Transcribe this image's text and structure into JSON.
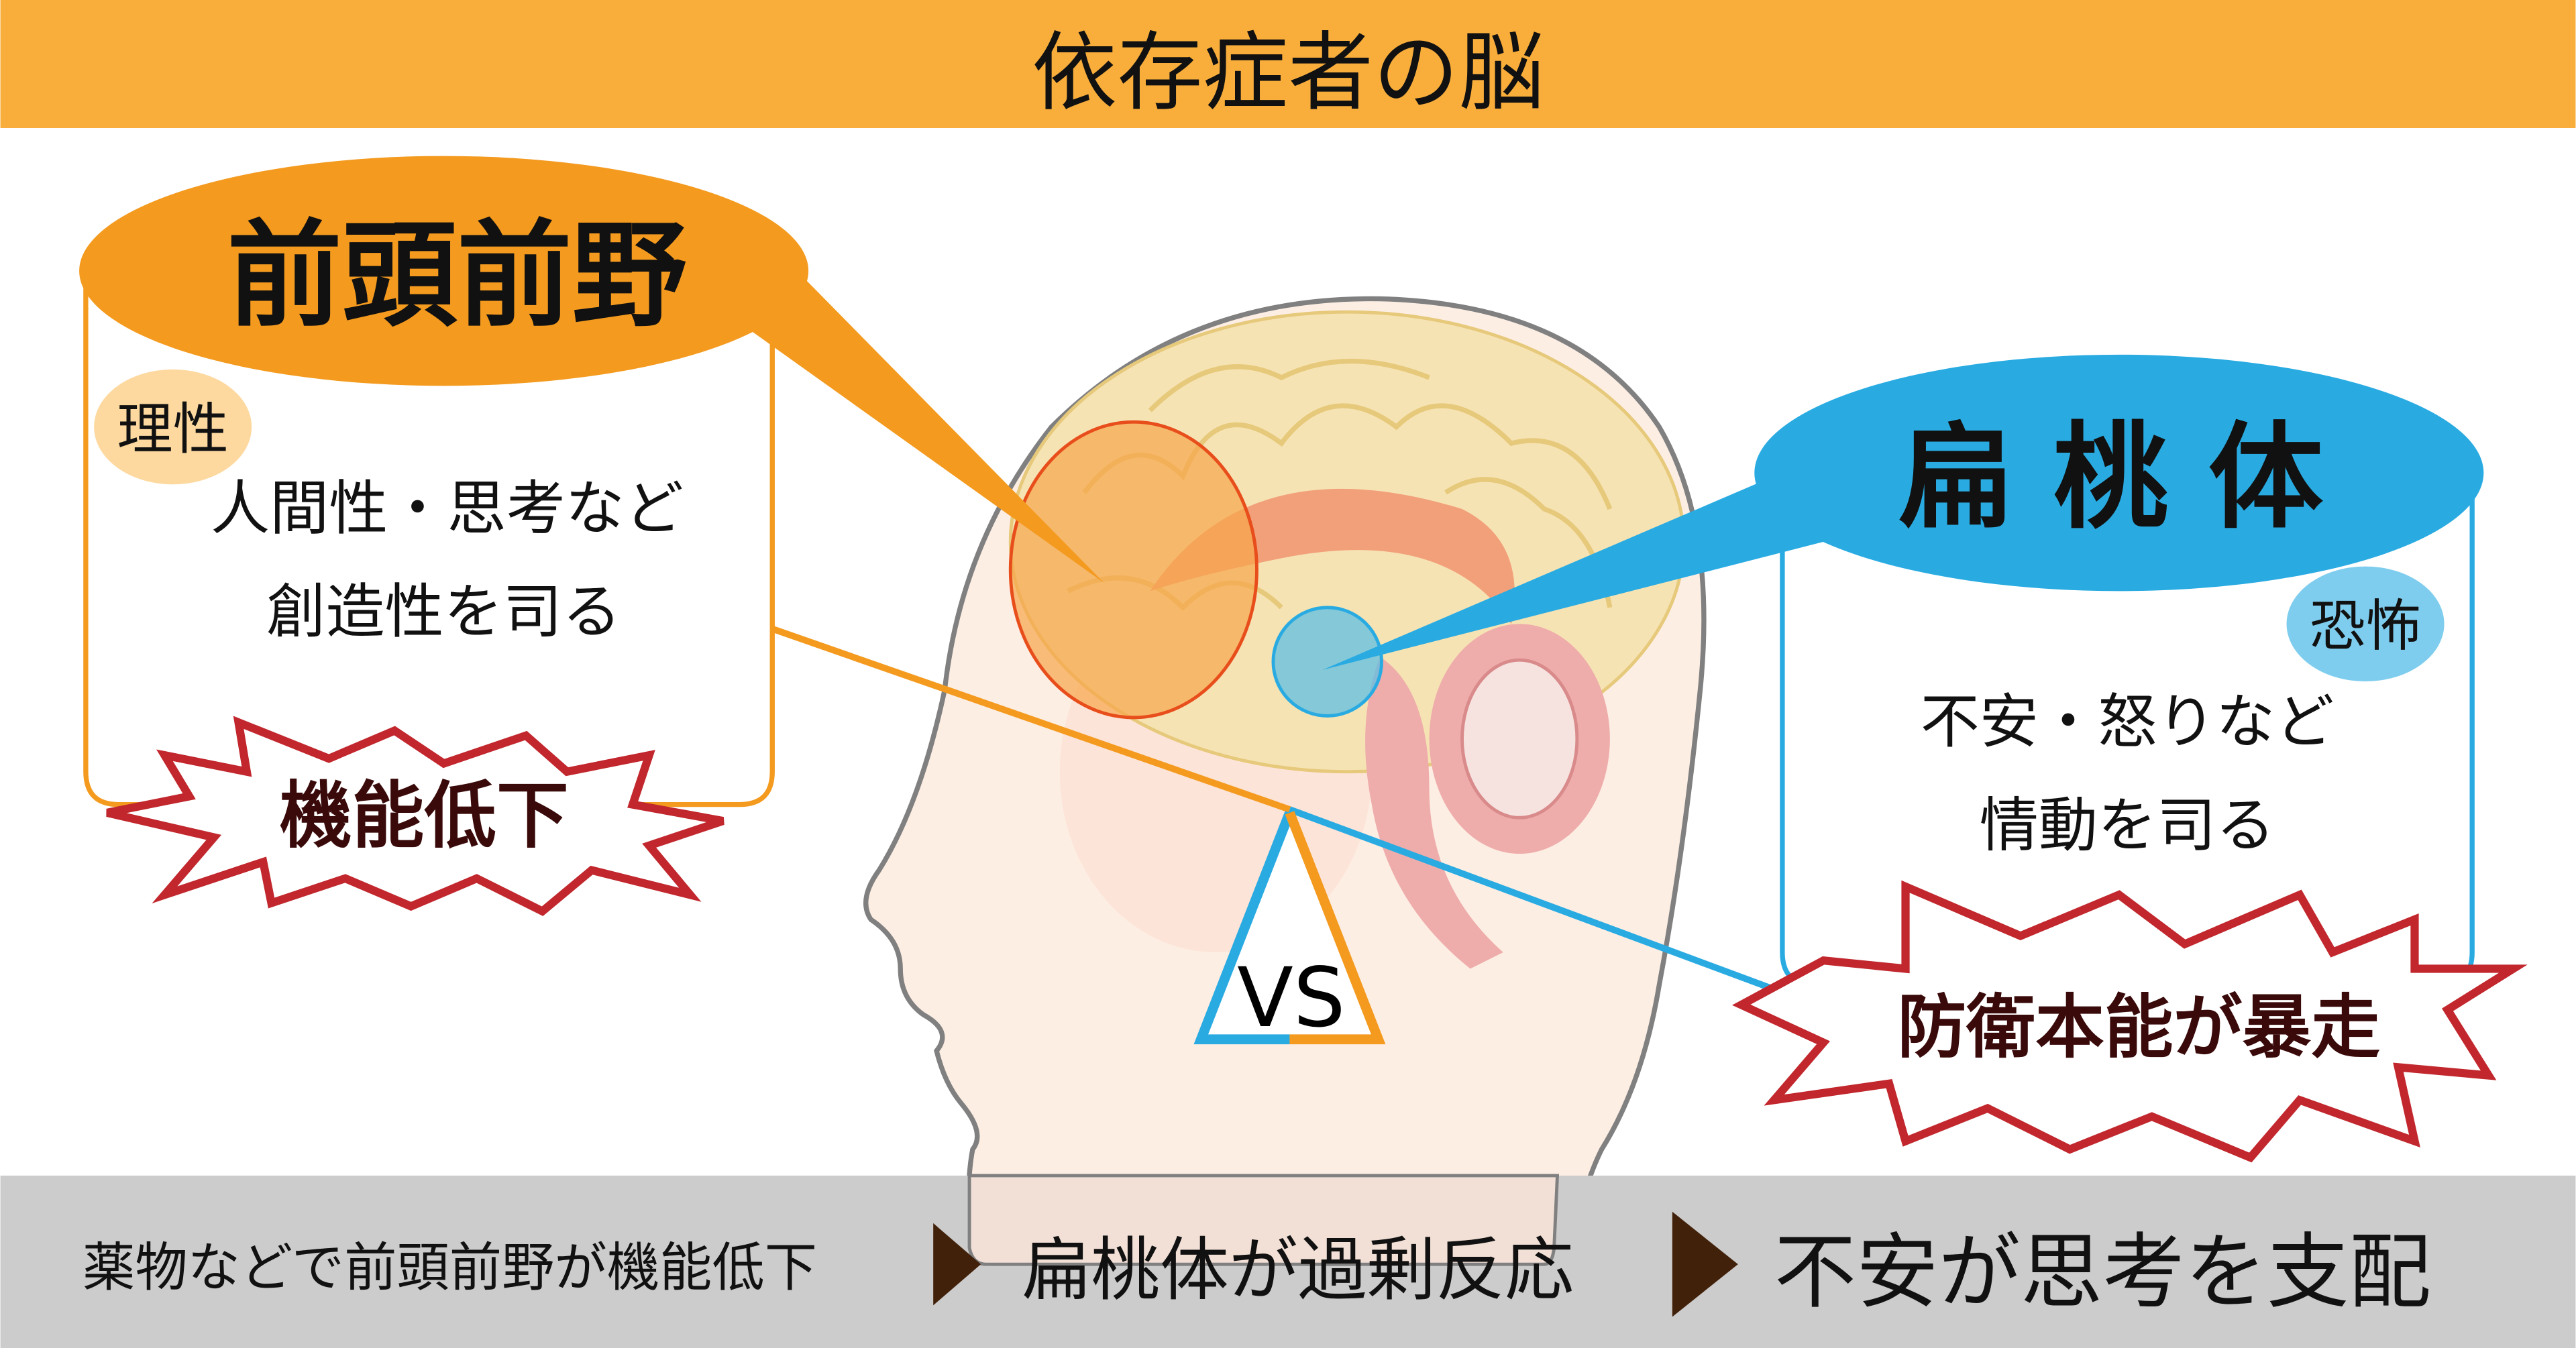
{
  "title": "依存症者の脳",
  "colors": {
    "title_bar": "#f9ae3c",
    "prefrontal": "#f39a1f",
    "amygdala": "#29abe2",
    "alert_red": "#c1272d",
    "bottom_bar": "#cccccc",
    "arrow": "#42210b"
  },
  "prefrontal": {
    "name": "前頭前野",
    "badge": "理性",
    "lines": [
      "人間性・思考など",
      "創造性を司る"
    ],
    "alert": "機能低下"
  },
  "amygdala": {
    "name": "扁 桃 体",
    "badge": "恐怖",
    "lines": [
      "不安・怒りなど",
      "情動を司る"
    ],
    "alert": "防衛本能が暴走"
  },
  "vs_label": "VS",
  "flow": {
    "steps": [
      "薬物などで前頭前野が機能低下",
      "扁桃体が過剰反応",
      "不安が思考を支配"
    ],
    "arrow_icon": "triangle-right-icon"
  }
}
